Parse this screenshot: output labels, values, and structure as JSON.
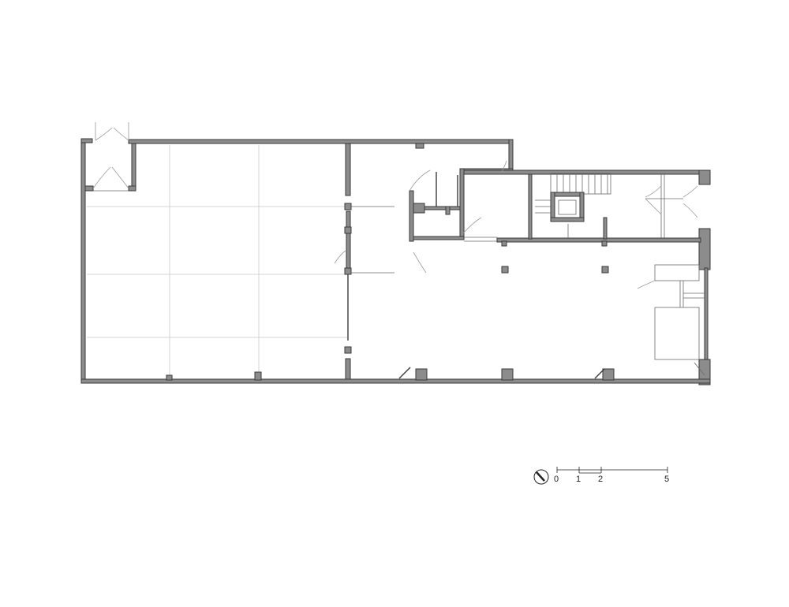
{
  "drawing": {
    "type": "floor plan"
  },
  "scale_bar": {
    "labels": [
      "0",
      "1",
      "2",
      "5"
    ]
  },
  "icons": {
    "north_arrow": "north-arrow-icon"
  }
}
